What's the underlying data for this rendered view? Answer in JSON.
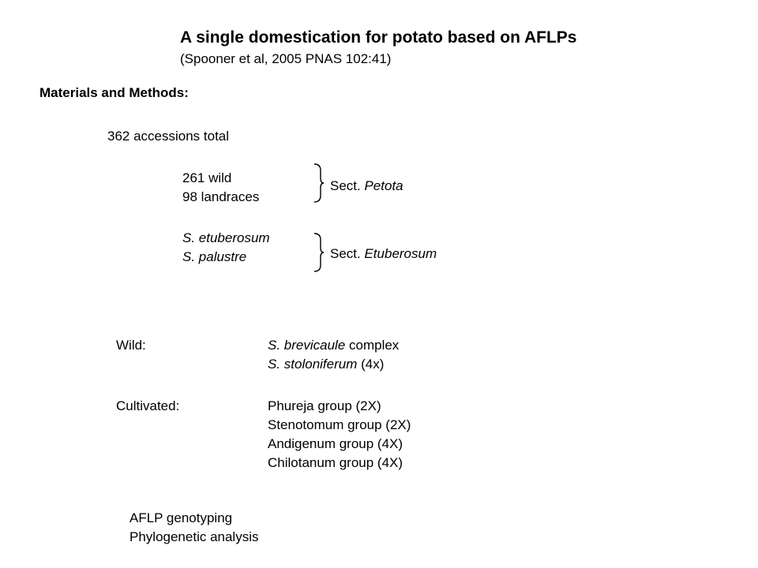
{
  "title": "A single domestication for potato based on AFLPs",
  "citation": "(Spooner et al, 2005 PNAS 102:41)",
  "heading": "Materials and Methods:",
  "total": "362 accessions total",
  "petota_group": {
    "items": [
      "261 wild",
      "98 landraces"
    ],
    "section_prefix": "Sect. ",
    "section_name": "Petota"
  },
  "etuberosum_group": {
    "items": [
      "S. etuberosum",
      "S. palustre"
    ],
    "section_prefix": "Sect. ",
    "section_name": "Etuberosum"
  },
  "wild": {
    "label": "Wild:",
    "rows": [
      {
        "italic": "S. brevicaule",
        "plain": " complex"
      },
      {
        "italic": "S. stoloniferum",
        "plain": " (4x)"
      }
    ]
  },
  "cultivated": {
    "label": "Cultivated:",
    "rows": [
      "Phureja group (2X)",
      "Stenotomum group (2X)",
      "Andigenum group (4X)",
      "Chilotanum group (4X)"
    ]
  },
  "methods": [
    "AFLP genotyping",
    "Phylogenetic analysis"
  ]
}
